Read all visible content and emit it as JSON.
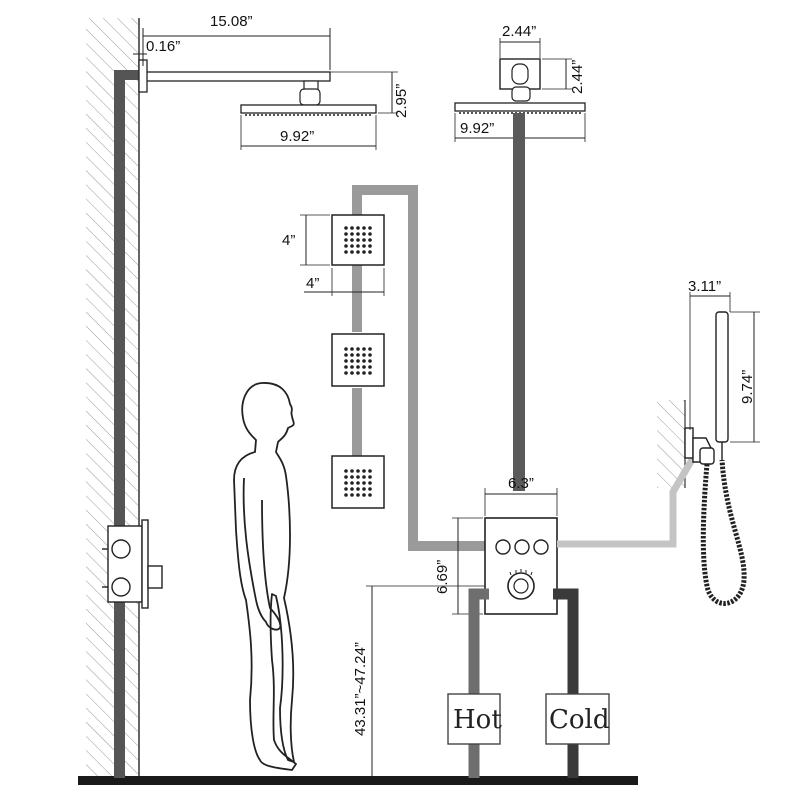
{
  "dimensions": {
    "arm_length": "15.08”",
    "wall_gap": "0.16”",
    "head_drop": "2.95”",
    "head_width_left": "9.92”",
    "ceiling_base_width": "2.44”",
    "ceiling_base_height": "2.44”",
    "head_width_right": "9.92”",
    "jet_height": "4”",
    "jet_width": "4”",
    "handheld_width": "3.11”",
    "handheld_length": "9.74”",
    "valve_width": "6.3”",
    "valve_height": "6.69”",
    "valve_mount_height": "43.31”~47.24”"
  },
  "labels": {
    "hot": "Hot",
    "cold": "Cold"
  },
  "colors": {
    "pipe_hot_supply": "#6e6e6e",
    "pipe_cold_supply": "#3a3a3a",
    "pipe_jets": "#9a9a9a",
    "pipe_handheld": "#c4c4c4",
    "pipe_overhead": "#5a5a5a",
    "line": "#222222"
  }
}
